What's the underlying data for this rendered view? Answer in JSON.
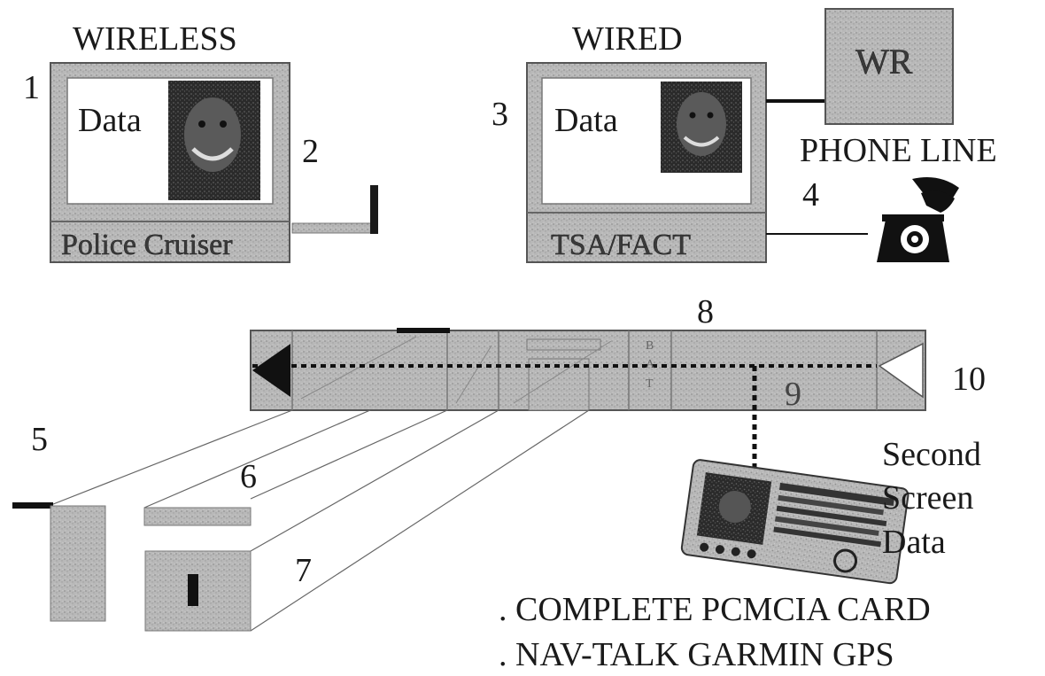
{
  "top_labels": {
    "wireless": "WIRELESS",
    "wired": "WIRED"
  },
  "wireless_unit": {
    "number": "1",
    "data": "Data",
    "footer": "Police Cruiser"
  },
  "antenna_number": "2",
  "wired_unit": {
    "number": "3",
    "data": "Data",
    "footer": "TSA/FACT"
  },
  "router": {
    "label": "WR",
    "caption": "PHONE LINE"
  },
  "phone_number": "4",
  "card": {
    "number": "8",
    "bat_letters": [
      "B",
      "A",
      "T"
    ],
    "inner_number": "9",
    "end_number": "10"
  },
  "parts": {
    "part5": "5",
    "part6": "6",
    "part7": "7"
  },
  "second_screen": [
    "Second",
    "Screen",
    "Data"
  ],
  "bullets": [
    ". COMPLETE PCMCIA CARD",
    ". NAV-TALK GARMIN GPS"
  ]
}
